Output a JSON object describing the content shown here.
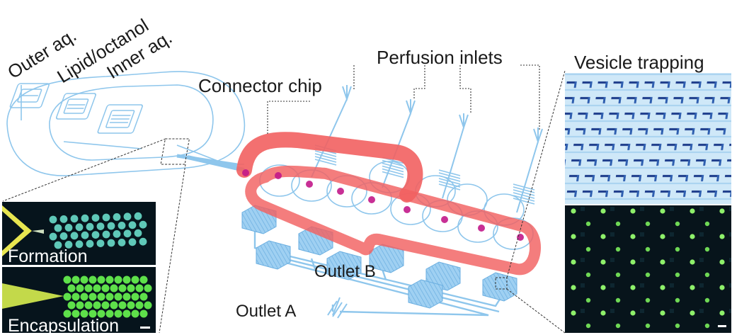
{
  "labels": {
    "outer_aq": "Outer aq.",
    "lipid_octanol": "Lipid/octanol",
    "inner_aq": "Inner aq.",
    "connector_chip": "Connector chip",
    "perfusion_inlets": "Perfusion inlets",
    "vesicle_trapping": "Vesicle trapping",
    "outlet_b": "Outlet B",
    "outlet_a": "Outlet A",
    "formation": "Formation",
    "encapsulation": "Encapsulation"
  },
  "colors": {
    "channel": "#86c0e8",
    "channel_fill": "#9fd0f2",
    "connector": "#f05a5a",
    "connector_light": "#f7a0a0",
    "node": "#c2188a",
    "micro_bg": "#06141c",
    "vesicle": "#7be05c",
    "trap_bg": "#cfe8f8",
    "trap_dark": "#1b3a8a"
  }
}
